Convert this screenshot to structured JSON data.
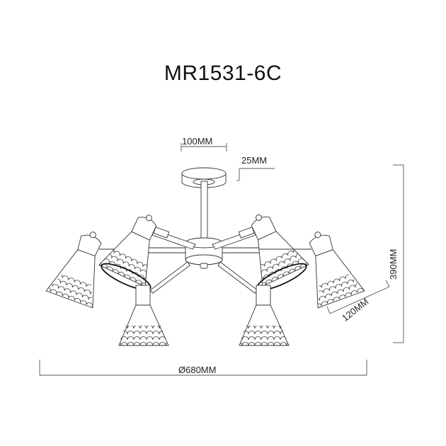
{
  "title": "MR1531-6C",
  "dimensions": {
    "canopy_diameter": "100MM",
    "canopy_height": "25MM",
    "overall_height": "390MM",
    "shade_length": "120MM",
    "overall_diameter": "Ø680MM"
  },
  "drawing": {
    "subject": "six-arm ceiling chandelier with conical scalloped shades",
    "arm_count": 6,
    "line_color": "#333333",
    "background": "#ffffff"
  }
}
